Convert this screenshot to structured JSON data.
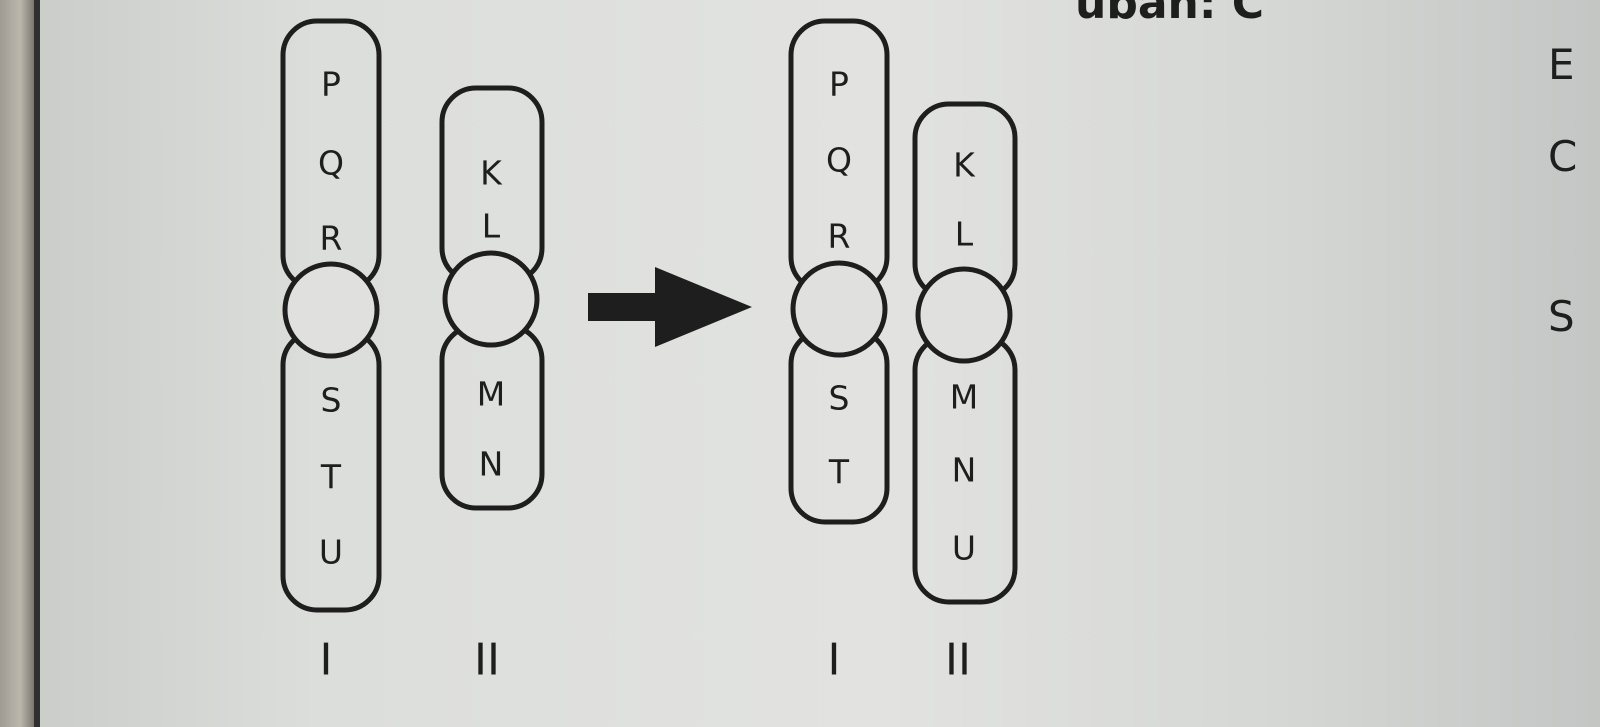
{
  "header_fragment": "uban: C",
  "margin_text": [
    "E",
    "C",
    "S"
  ],
  "before": {
    "chromosome_I": {
      "upper_arm": [
        "P",
        "Q",
        "R"
      ],
      "lower_arm": [
        "S",
        "T",
        "U"
      ],
      "label": "I"
    },
    "chromosome_II": {
      "upper_arm": [
        "K",
        "L"
      ],
      "lower_arm": [
        "M",
        "N"
      ],
      "label": "II"
    }
  },
  "after": {
    "chromosome_I": {
      "upper_arm": [
        "P",
        "Q",
        "R"
      ],
      "lower_arm": [
        "S",
        "T"
      ],
      "label": "I"
    },
    "chromosome_II": {
      "upper_arm": [
        "K",
        "L"
      ],
      "lower_arm": [
        "M",
        "N",
        "U"
      ],
      "label": "II"
    }
  },
  "arrow_icon": "right-arrow-icon"
}
